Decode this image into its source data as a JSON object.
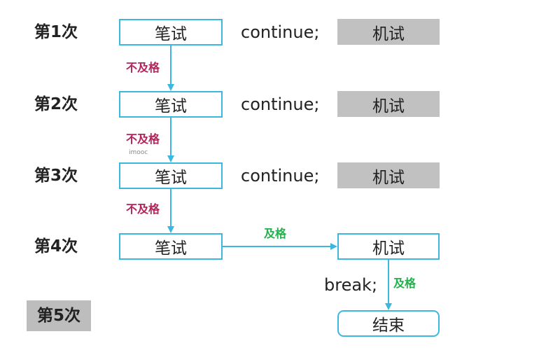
{
  "rounds": [
    "第1次",
    "第2次",
    "第3次",
    "第4次",
    "第5次"
  ],
  "written_test": "笔试",
  "machine_test": "机试",
  "continue_code": "continue;",
  "break_code": "break;",
  "fail_label": "不及格",
  "pass_label": "及格",
  "end_label": "结束",
  "watermark": "imooc",
  "colors": {
    "box_border": "#3cb8e0",
    "arrow": "#3cb8e0",
    "fail": "#b3245a",
    "pass": "#22b14c",
    "gray_fill": "#c1c1c1"
  }
}
